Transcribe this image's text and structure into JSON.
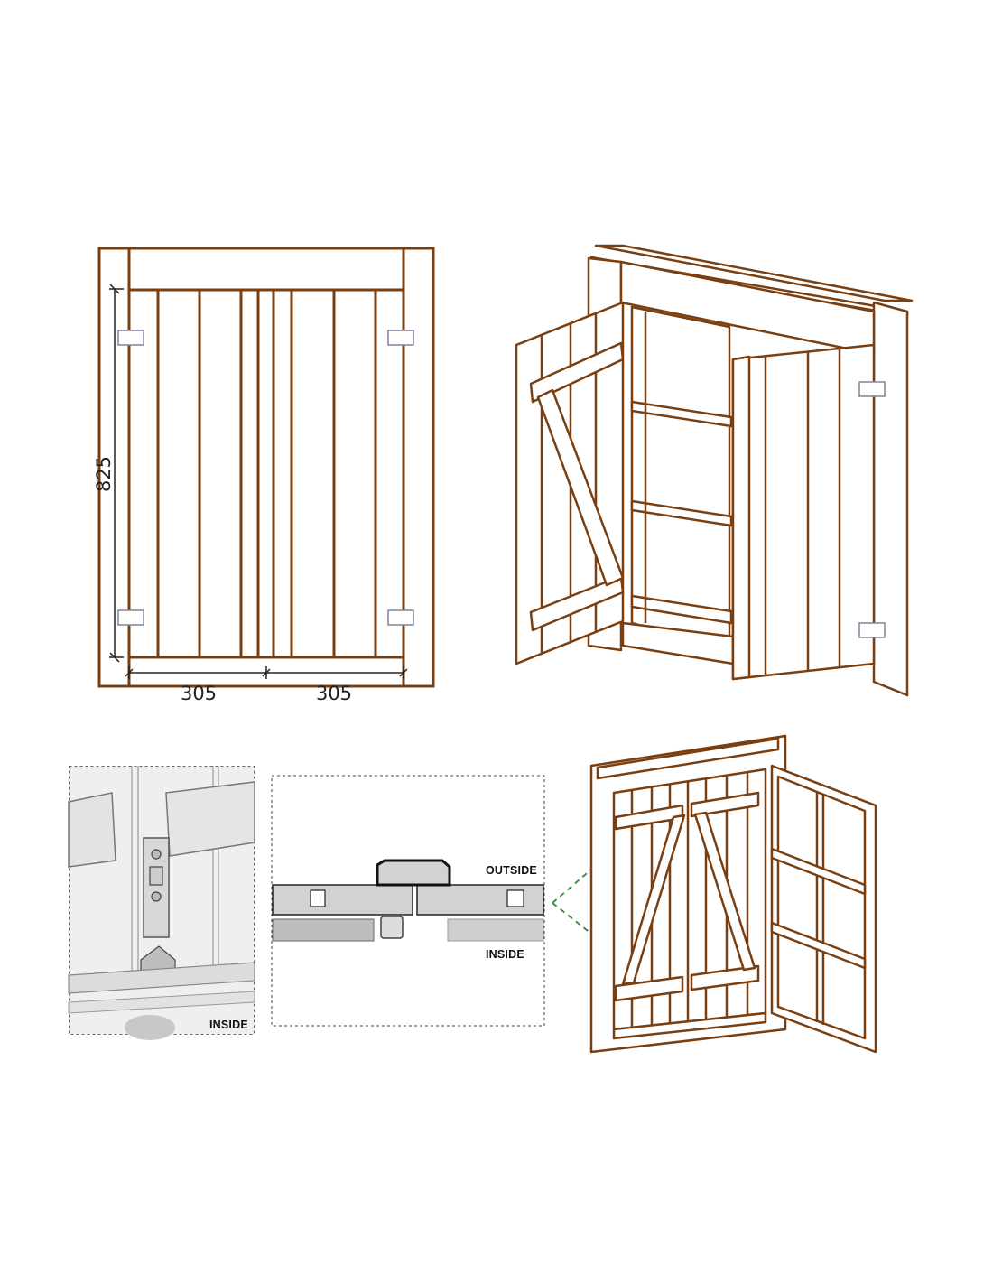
{
  "dimensions": {
    "height": "825",
    "width_left": "305",
    "width_right": "305"
  },
  "labels": {
    "photo_inside": "INSIDE",
    "section_outside": "OUTSIDE",
    "section_inside": "INSIDE"
  },
  "colors": {
    "wood_outline": "#7a3f10",
    "wood_fill": "#ffffff",
    "hinge": "#8a8aa0",
    "detail_callout": "#2e8b2e",
    "dimension_line": "#222222"
  }
}
